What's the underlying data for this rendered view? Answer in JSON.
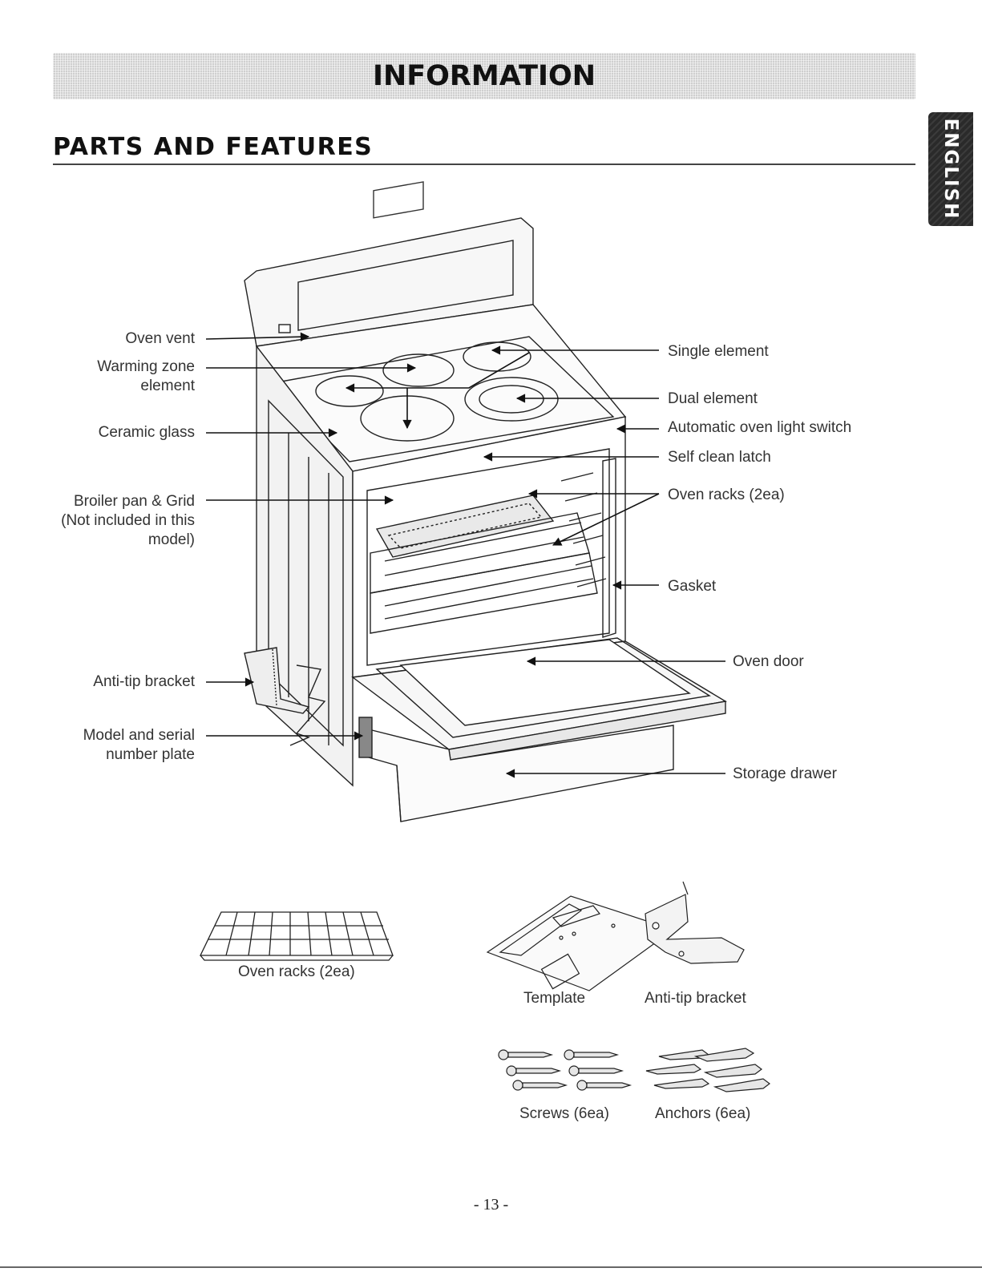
{
  "banner": {
    "title": "INFORMATION"
  },
  "section": {
    "title": "PARTS AND FEATURES"
  },
  "language_tab": {
    "label": "ENGLISH"
  },
  "labels_left": {
    "oven_vent": "Oven vent",
    "warming_zone_1": "Warming zone",
    "warming_zone_2": "element",
    "ceramic_glass": "Ceramic glass",
    "broiler_1": "Broiler pan & Grid",
    "broiler_2": "(Not included in this",
    "broiler_3": "model)",
    "anti_tip": "Anti-tip bracket",
    "model_serial_1": "Model and serial",
    "model_serial_2": "number plate"
  },
  "labels_right": {
    "single_element": "Single element",
    "dual_element": "Dual element",
    "auto_light": "Automatic oven light switch",
    "self_clean": "Self clean latch",
    "oven_racks": "Oven racks (2ea)",
    "gasket": "Gasket",
    "oven_door": "Oven door",
    "storage_drawer": "Storage drawer"
  },
  "accessories": {
    "oven_racks": "Oven racks (2ea)",
    "template": "Template",
    "anti_tip": "Anti-tip bracket",
    "screws": "Screws (6ea)",
    "anchors": "Anchors (6ea)"
  },
  "page_number": "- 13 -"
}
